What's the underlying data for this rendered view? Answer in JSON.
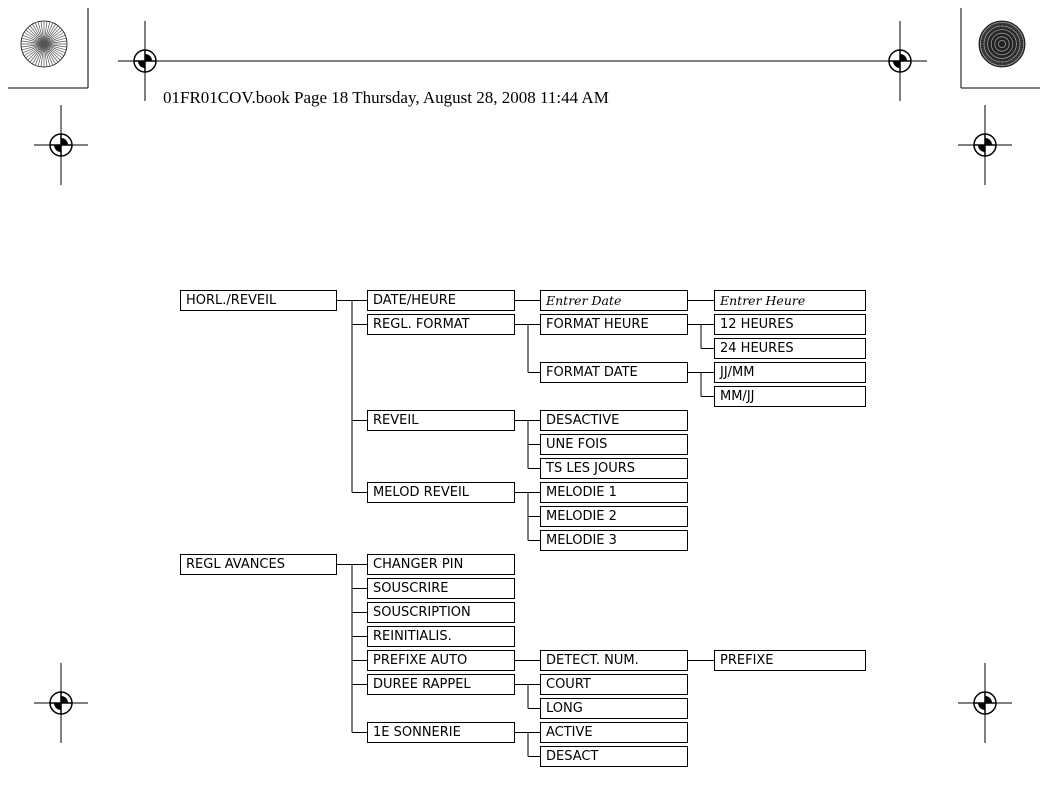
{
  "header_text": "01FR01COV.book  Page 18  Thursday, August 28, 2008  11:44 AM",
  "tree": [
    {
      "id": "horl-reveil",
      "label": "HORL./REVEIL",
      "col": 0,
      "row": 0
    },
    {
      "id": "date-heure",
      "label": "DATE/HEURE",
      "col": 1,
      "row": 0,
      "parent": "horl-reveil"
    },
    {
      "id": "entrer-date",
      "label": "Entrer Date",
      "col": 2,
      "row": 0,
      "parent": "date-heure",
      "italic": true
    },
    {
      "id": "entrer-heure",
      "label": "Entrer Heure",
      "col": 3,
      "row": 0,
      "parent": "entrer-date",
      "italic": true
    },
    {
      "id": "regl-format",
      "label": "REGL. FORMAT",
      "col": 1,
      "row": 1,
      "parent": "horl-reveil"
    },
    {
      "id": "format-heure",
      "label": "FORMAT HEURE",
      "col": 2,
      "row": 1,
      "parent": "regl-format"
    },
    {
      "id": "12-heures",
      "label": "12 HEURES",
      "col": 3,
      "row": 1,
      "parent": "format-heure"
    },
    {
      "id": "24-heures",
      "label": "24 HEURES",
      "col": 3,
      "row": 2,
      "parent": "format-heure"
    },
    {
      "id": "format-date",
      "label": "FORMAT DATE",
      "col": 2,
      "row": 3,
      "parent": "regl-format"
    },
    {
      "id": "jj-mm",
      "label": "JJ/MM",
      "col": 3,
      "row": 3,
      "parent": "format-date"
    },
    {
      "id": "mm-jj",
      "label": "MM/JJ",
      "col": 3,
      "row": 4,
      "parent": "format-date"
    },
    {
      "id": "reveil",
      "label": "REVEIL",
      "col": 1,
      "row": 5,
      "parent": "horl-reveil"
    },
    {
      "id": "desactive",
      "label": "DESACTIVE",
      "col": 2,
      "row": 5,
      "parent": "reveil"
    },
    {
      "id": "une-fois",
      "label": "UNE FOIS",
      "col": 2,
      "row": 6,
      "parent": "reveil"
    },
    {
      "id": "ts-les-jours",
      "label": "TS LES JOURS",
      "col": 2,
      "row": 7,
      "parent": "reveil"
    },
    {
      "id": "melod-reveil",
      "label": "MELOD REVEIL",
      "col": 1,
      "row": 8,
      "parent": "horl-reveil"
    },
    {
      "id": "melodie-1",
      "label": "MELODIE 1",
      "col": 2,
      "row": 8,
      "parent": "melod-reveil"
    },
    {
      "id": "melodie-2",
      "label": "MELODIE 2",
      "col": 2,
      "row": 9,
      "parent": "melod-reveil"
    },
    {
      "id": "melodie-3",
      "label": "MELODIE 3",
      "col": 2,
      "row": 10,
      "parent": "melod-reveil"
    },
    {
      "id": "regl-avances",
      "label": "REGL AVANCES",
      "col": 0,
      "row": 11
    },
    {
      "id": "changer-pin",
      "label": "CHANGER PIN",
      "col": 1,
      "row": 11,
      "parent": "regl-avances"
    },
    {
      "id": "souscrire",
      "label": "SOUSCRIRE",
      "col": 1,
      "row": 12,
      "parent": "regl-avances"
    },
    {
      "id": "souscription",
      "label": "SOUSCRIPTION",
      "col": 1,
      "row": 13,
      "parent": "regl-avances"
    },
    {
      "id": "reinitialis",
      "label": "REINITIALIS.",
      "col": 1,
      "row": 14,
      "parent": "regl-avances"
    },
    {
      "id": "prefixe-auto",
      "label": "PREFIXE AUTO",
      "col": 1,
      "row": 15,
      "parent": "regl-avances"
    },
    {
      "id": "detect-num",
      "label": "DETECT. NUM.",
      "col": 2,
      "row": 15,
      "parent": "prefixe-auto"
    },
    {
      "id": "prefixe",
      "label": "PREFIXE",
      "col": 3,
      "row": 15,
      "parent": "detect-num"
    },
    {
      "id": "duree-rappel",
      "label": "DUREE RAPPEL",
      "col": 1,
      "row": 16,
      "parent": "regl-avances"
    },
    {
      "id": "court",
      "label": "COURT",
      "col": 2,
      "row": 16,
      "parent": "duree-rappel"
    },
    {
      "id": "long",
      "label": "LONG",
      "col": 2,
      "row": 17,
      "parent": "duree-rappel"
    },
    {
      "id": "1e-sonnerie",
      "label": "1E SONNERIE",
      "col": 1,
      "row": 18,
      "parent": "regl-avances"
    },
    {
      "id": "active",
      "label": "ACTIVE",
      "col": 2,
      "row": 18,
      "parent": "1e-sonnerie"
    },
    {
      "id": "desact",
      "label": "DESACT",
      "col": 2,
      "row": 19,
      "parent": "1e-sonnerie"
    }
  ]
}
